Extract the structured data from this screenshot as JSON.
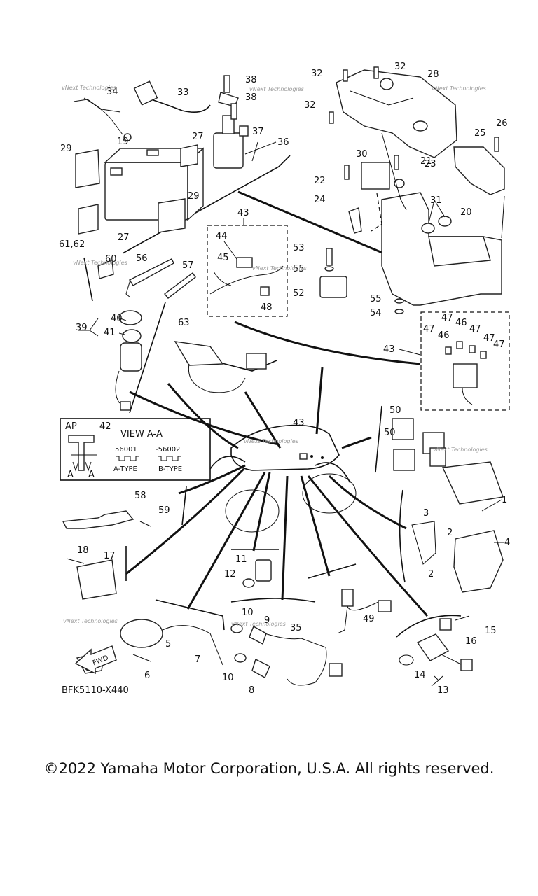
{
  "diagram": {
    "code": "BFK5110-X440",
    "fwd_label": "FWD",
    "view_box": {
      "ap_label": "AP",
      "title": "VIEW A-A",
      "part_ref": "42",
      "code_a": "56001",
      "code_b": "-56002",
      "type_a": "A-TYPE",
      "type_b": "B-TYPE",
      "a_left": "A",
      "a_right": "A"
    },
    "watermark": "vNext Technologies",
    "callouts": [
      "1",
      "2",
      "2",
      "3",
      "4",
      "5",
      "6",
      "7",
      "8",
      "9",
      "10",
      "10",
      "11",
      "12",
      "13",
      "14",
      "15",
      "16",
      "17",
      "18",
      "19",
      "20",
      "21",
      "22",
      "23",
      "24",
      "25",
      "26",
      "27",
      "27",
      "28",
      "29",
      "29",
      "30",
      "31",
      "32",
      "32",
      "32",
      "33",
      "34",
      "35",
      "36",
      "37",
      "38",
      "38",
      "39",
      "40",
      "41",
      "43",
      "43",
      "43",
      "44",
      "45",
      "46",
      "46",
      "47",
      "47",
      "47",
      "47",
      "47",
      "48",
      "49",
      "50",
      "50",
      "52",
      "53",
      "54",
      "55",
      "55",
      "56",
      "57",
      "58",
      "59",
      "60",
      "61,62",
      "63"
    ]
  },
  "copyright": "©2022 Yamaha Motor Corporation, U.S.A. All rights reserved."
}
